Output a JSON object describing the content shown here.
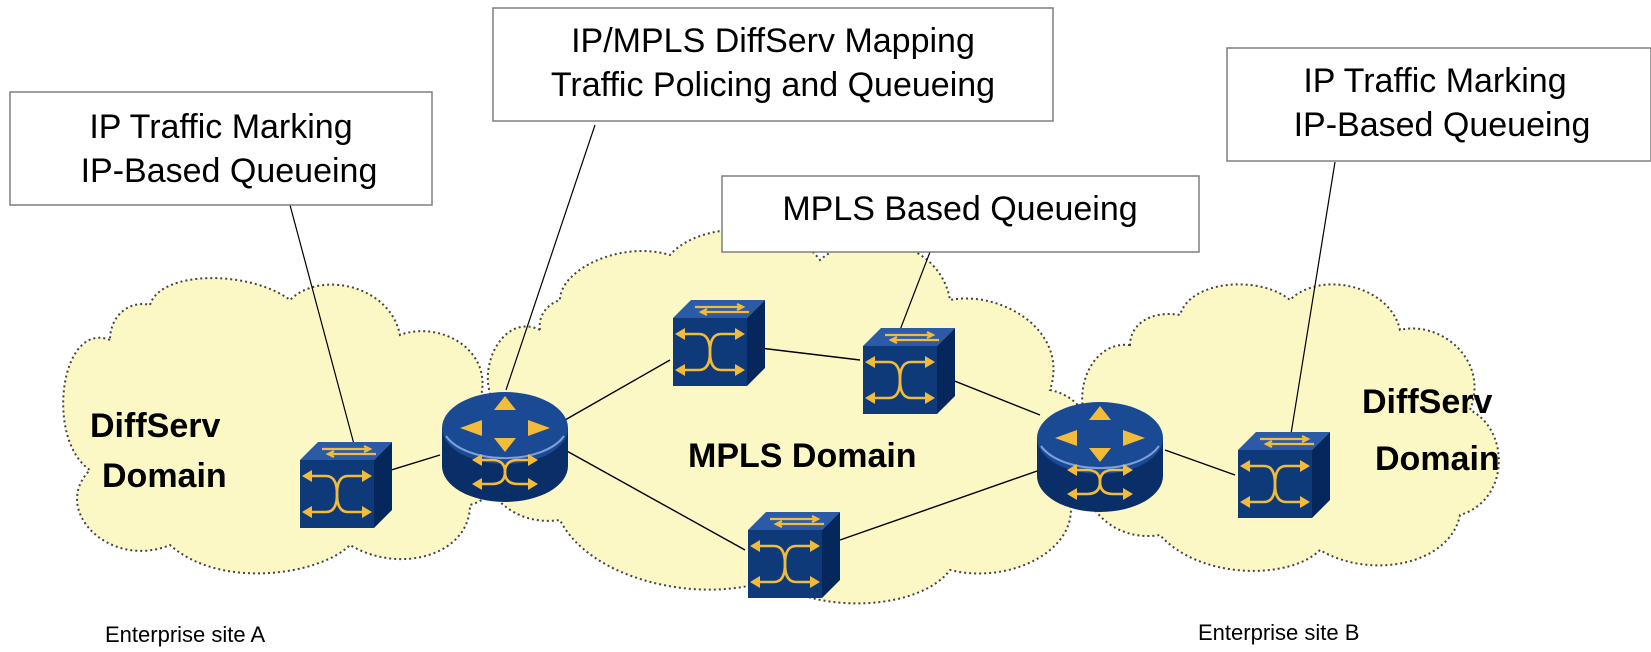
{
  "colors": {
    "cloud_fill": "#fbf8c6",
    "device_blue": "#0f3a7a",
    "device_arrow": "#f2bb3a"
  },
  "callouts": {
    "left": [
      "IP Traffic Marking",
      "IP-Based Queueing"
    ],
    "center": [
      "IP/MPLS DiffServ Mapping",
      "Traffic Policing and Queueing"
    ],
    "core": [
      "MPLS Based Queueing"
    ],
    "right": [
      "IP Traffic Marking",
      "IP-Based Queueing"
    ]
  },
  "domains": {
    "left": [
      "DiffServ",
      "Domain"
    ],
    "center": [
      "MPLS Domain"
    ],
    "right": [
      "DiffServ",
      "Domain"
    ]
  },
  "sites": {
    "a": "Enterprise site A",
    "b": "Enterprise site B"
  },
  "devices": {
    "switch_icon": "layer3-switch-icon",
    "router_icon": "router-icon"
  }
}
